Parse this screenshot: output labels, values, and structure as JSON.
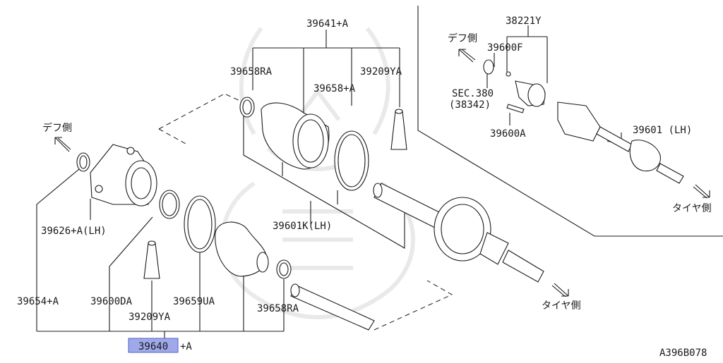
{
  "labels": {
    "p39641A": "39641+A",
    "p38221Y": "38221Y",
    "p39658RA_top": "39658RA",
    "p39209YA_top": "39209YA",
    "p39658A": "39658+A",
    "p39600F": "39600F",
    "sec380": "SEC.380",
    "p38342": "(38342)",
    "p39600A": "39600A",
    "p39601LH": "39601 (LH)",
    "p39626ALH": "39626+A(LH)",
    "p39601KLH": "39601K(LH)",
    "p39654A": "39654+A",
    "p39600DA": "39600DA",
    "p39659UA": "39659UA",
    "p39658RA_bot": "39658RA",
    "p39209YA_bot": "39209YA",
    "p39640_main": "39640",
    "p39640_suffix": "+A",
    "diagram_code": "A396B078"
  },
  "directions": {
    "diff_side": "デフ側",
    "tire_side": "タイヤ側"
  },
  "colors": {
    "highlight": "#9fa8e8",
    "ink": "#1a1a1a"
  }
}
